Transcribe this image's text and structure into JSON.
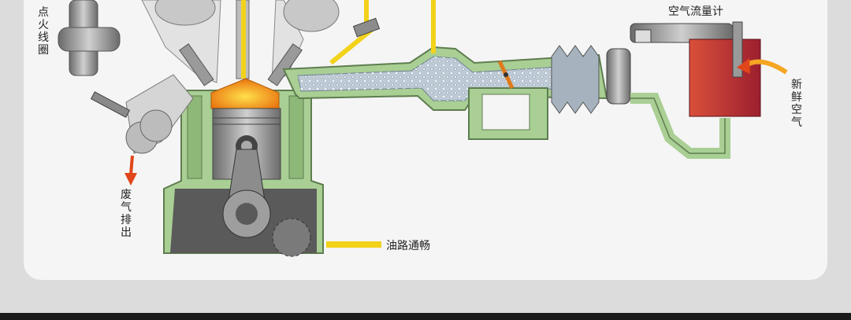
{
  "labels": {
    "ignition_coil": "点火线圈",
    "air_flow_meter": "空气流量计",
    "fresh_air": "新鲜空气",
    "exhaust_out": "废气排出",
    "oil_passage": "油路通畅"
  },
  "colors": {
    "coolant_jacket": "#a9cf94",
    "coolant_border": "#5e7d4f",
    "metal": "#9a9a9a",
    "combustion": "#f6a31a",
    "highlight": "#f2d21b",
    "airflow_arrow": "#e0461a",
    "meter_body": "#b8323c",
    "intake_fill": "#bfcbd6"
  }
}
